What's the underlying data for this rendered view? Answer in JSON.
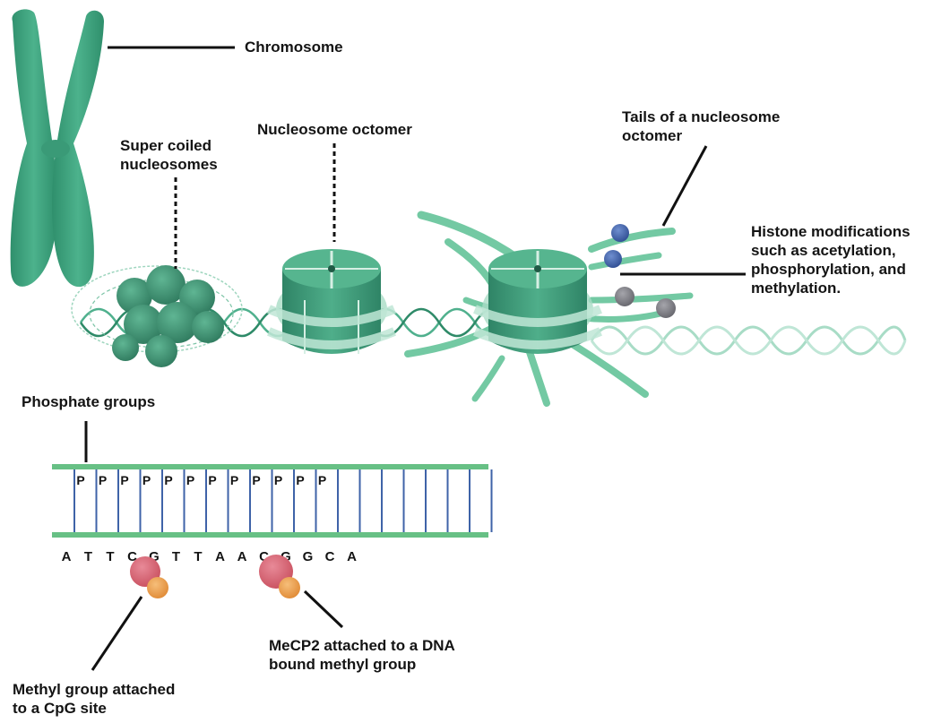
{
  "labels": {
    "chromosome": "Chromosome",
    "supercoiled": "Super coiled\nnucleosomes",
    "octomer": "Nucleosome octomer",
    "tails": "Tails of a nucleosome\noctomer",
    "histone_mods": "Histone modifications\nsuch as acetylation,\nphosphorylation, and\nmethylation.",
    "phosphate": "Phosphate groups",
    "mecp2": "MeCP2 attached to a DNA\nbound methyl group",
    "methyl": "Methyl group attached\nto a CpG site"
  },
  "dna_strand": {
    "bases": [
      "A",
      "T",
      "T",
      "C",
      "G",
      "T",
      "T",
      "A",
      "A",
      "C",
      "G",
      "G",
      "C",
      "A"
    ],
    "phosphate_label": "P",
    "phosphate_count": 12,
    "rung_count": 20
  },
  "colors": {
    "chromosome": "#3aa07c",
    "nucleosome": "#3c9a7a",
    "nucleosome_light": "#8fd2b6",
    "dna_helix": "#4fb08d",
    "dna_helix_faint": "#a8dcc6",
    "backbone": "#67c085",
    "rung": "#3f63a8",
    "acetyl": "#3f5fa8",
    "methyl_gray": "#7d7d84",
    "mecp2": "#d96b7a",
    "methyl_orange": "#f0a050"
  }
}
